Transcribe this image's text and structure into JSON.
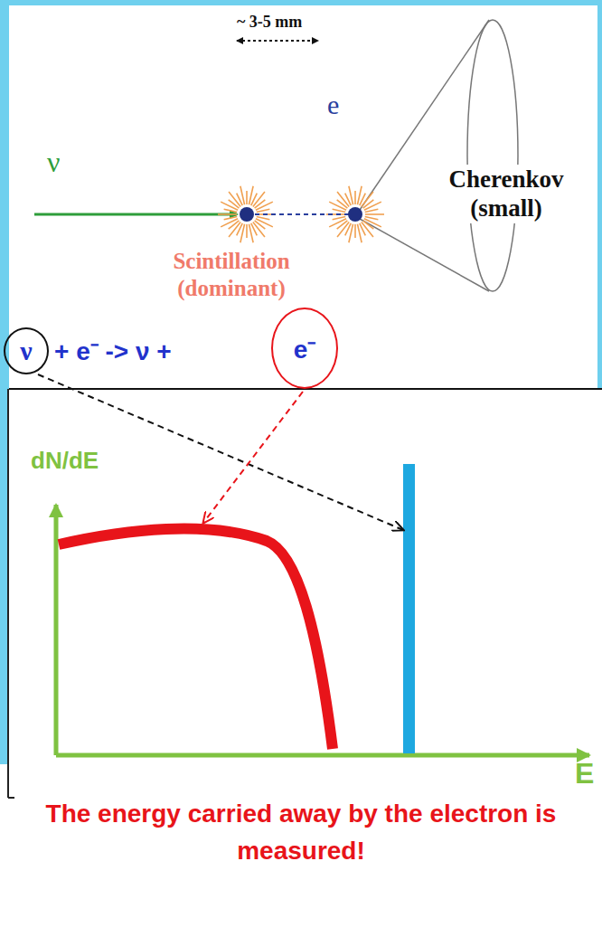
{
  "diagram": {
    "caption": "The energy carried away by the electron is measured!",
    "nodes": [
      {
        "text": [
          "ν"
        ]
      },
      {
        "text": [
          "e⁻"
        ]
      }
    ],
    "labels": [
      "~ 3-5 mm",
      "ν",
      "e",
      "Cherenkov (small)",
      "Scintillation (dominant)",
      "+ e⁻ -> ν +",
      "dN/dE",
      "E"
    ]
  }
}
